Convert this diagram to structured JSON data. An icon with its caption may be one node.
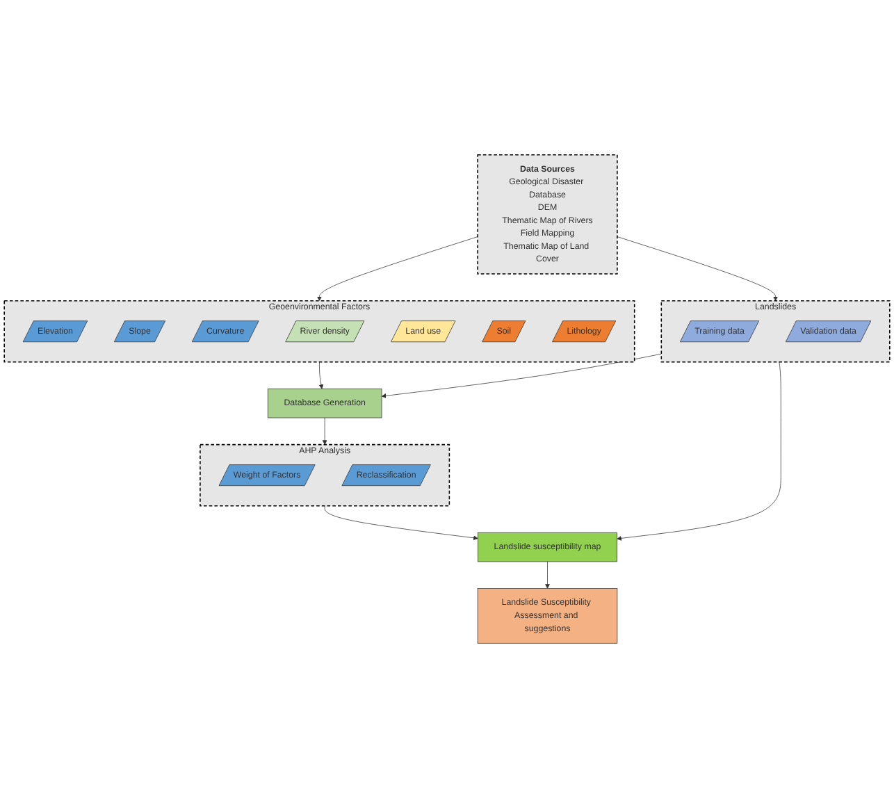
{
  "diagram": {
    "nodes": [
      {
        "text": [
          "Data Sources",
          "Geological Disaster Database",
          "DEM",
          "Thematic Map of Rivers",
          "Field Mapping",
          "Thematic Map of Land Cover"
        ]
      },
      {
        "text": [
          "Geoenvironmental Factors"
        ]
      },
      {
        "text": [
          "Elevation"
        ],
        "in": 1
      },
      {
        "text": [
          "Slope"
        ],
        "in": 1
      },
      {
        "text": [
          "Curvature"
        ],
        "in": 1
      },
      {
        "text": [
          "River density"
        ],
        "in": 1
      },
      {
        "text": [
          "Land use"
        ],
        "in": 1
      },
      {
        "text": [
          "Soil"
        ],
        "in": 1
      },
      {
        "text": [
          "Lithology"
        ],
        "in": 1
      },
      {
        "text": [
          "Landslides"
        ]
      },
      {
        "text": [
          "Training data"
        ],
        "in": 9
      },
      {
        "text": [
          "Validation data"
        ],
        "in": 9
      },
      {
        "text": [
          "Database Generation"
        ]
      },
      {
        "text": [
          "AHP Analysis"
        ]
      },
      {
        "text": [
          "Weight of Factors"
        ],
        "in": 13
      },
      {
        "text": [
          "Reclassification"
        ],
        "in": 13
      },
      {
        "text": [
          "Landslide susceptibility map"
        ]
      },
      {
        "text": [
          "Landslide Susceptibility Assessment and suggestions"
        ]
      }
    ],
    "edges": [
      {
        "from": 0,
        "to": 1,
        "arrow": "to"
      },
      {
        "from": 0,
        "to": 9,
        "arrow": "to"
      },
      {
        "from": 1,
        "to": 12,
        "arrow": "to"
      },
      {
        "from": 9,
        "to": 12,
        "arrow": "to"
      },
      {
        "from": 12,
        "to": 13,
        "arrow": "to"
      },
      {
        "from": 9,
        "to": 16,
        "arrow": "to"
      },
      {
        "from": 13,
        "to": 16,
        "arrow": "to"
      },
      {
        "from": 16,
        "to": 17,
        "arrow": "to"
      }
    ]
  }
}
